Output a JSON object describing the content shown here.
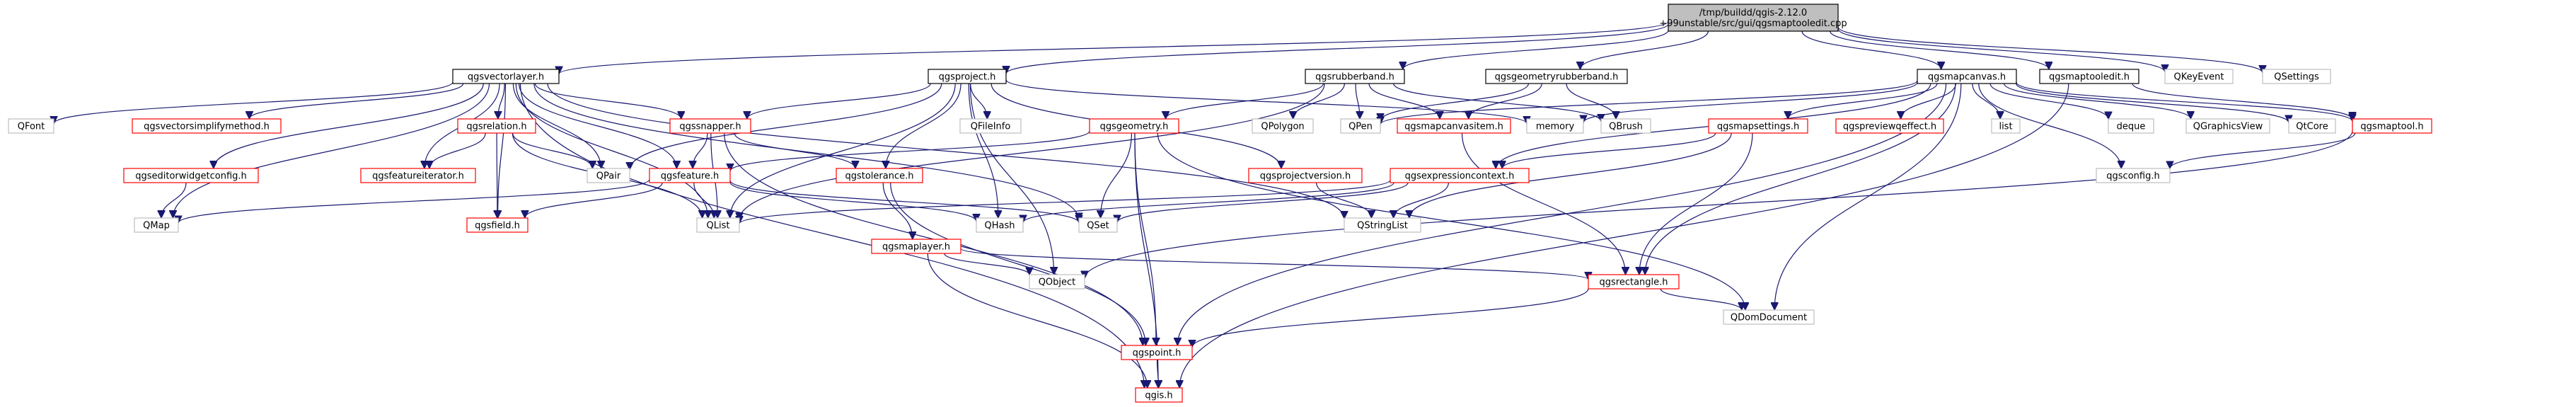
{
  "colors": {
    "edge": "#191970",
    "root_fill": "#bfbfbf",
    "root_border": "#000000",
    "documented_border": "#000000",
    "undocumented_border": "#ff0000",
    "external_border": "#bfbfbf",
    "node_fill": "#ffffff"
  },
  "nodes": [
    {
      "id": "root",
      "label": "/tmp/buildd/qgis-2.12.0\n+99unstable/src/gui/qgsmaptooledit.cpp",
      "kind": "root"
    },
    {
      "id": "qgsvectorlayer",
      "label": "qgsvectorlayer.h",
      "kind": "documented"
    },
    {
      "id": "qgsproject",
      "label": "qgsproject.h",
      "kind": "documented"
    },
    {
      "id": "qgsrubberband",
      "label": "qgsrubberband.h",
      "kind": "documented"
    },
    {
      "id": "qgsgeometryrubberband",
      "label": "qgsgeometryrubberband.h",
      "kind": "documented"
    },
    {
      "id": "qgsmapcanvas",
      "label": "qgsmapcanvas.h",
      "kind": "documented"
    },
    {
      "id": "qgsmaptooledit",
      "label": "qgsmaptooledit.h",
      "kind": "documented"
    },
    {
      "id": "QKeyEvent",
      "label": "QKeyEvent",
      "kind": "external"
    },
    {
      "id": "QSettings",
      "label": "QSettings",
      "kind": "external"
    },
    {
      "id": "QFont",
      "label": "QFont",
      "kind": "external"
    },
    {
      "id": "qgsvectorsimplifymethod",
      "label": "qgsvectorsimplifymethod.h",
      "kind": "undocumented"
    },
    {
      "id": "qgsrelation",
      "label": "qgsrelation.h",
      "kind": "undocumented"
    },
    {
      "id": "qgssnapper",
      "label": "qgssnapper.h",
      "kind": "undocumented"
    },
    {
      "id": "QFileInfo",
      "label": "QFileInfo",
      "kind": "external"
    },
    {
      "id": "QPolygon",
      "label": "QPolygon",
      "kind": "external"
    },
    {
      "id": "QPen",
      "label": "QPen",
      "kind": "external"
    },
    {
      "id": "qgsmapcanvasitem",
      "label": "qgsmapcanvasitem.h",
      "kind": "undocumented"
    },
    {
      "id": "memory",
      "label": "memory",
      "kind": "external"
    },
    {
      "id": "QBrush",
      "label": "QBrush",
      "kind": "external"
    },
    {
      "id": "qgsmapsettings",
      "label": "qgsmapsettings.h",
      "kind": "undocumented"
    },
    {
      "id": "qgspreviewqeffect",
      "label": "qgspreviewqeffect.h",
      "kind": "undocumented"
    },
    {
      "id": "list",
      "label": "list",
      "kind": "external"
    },
    {
      "id": "deque",
      "label": "deque",
      "kind": "external"
    },
    {
      "id": "QGraphicsView",
      "label": "QGraphicsView",
      "kind": "external"
    },
    {
      "id": "QtCore",
      "label": "QtCore",
      "kind": "external"
    },
    {
      "id": "qgsmaptool",
      "label": "qgsmaptool.h",
      "kind": "undocumented"
    },
    {
      "id": "qgseditorwidgetconfig",
      "label": "qgseditorwidgetconfig.h",
      "kind": "undocumented"
    },
    {
      "id": "qgsfeatureiterator",
      "label": "qgsfeatureiterator.h",
      "kind": "undocumented"
    },
    {
      "id": "QPair",
      "label": "QPair",
      "kind": "external"
    },
    {
      "id": "qgsfeature",
      "label": "qgsfeature.h",
      "kind": "undocumented"
    },
    {
      "id": "qgsgeometry",
      "label": "qgsgeometry.h",
      "kind": "undocumented"
    },
    {
      "id": "qgstolerance",
      "label": "qgstolerance.h",
      "kind": "undocumented"
    },
    {
      "id": "qgsprojectversion",
      "label": "qgsprojectversion.h",
      "kind": "undocumented"
    },
    {
      "id": "qgsexpressioncontext",
      "label": "qgsexpressioncontext.h",
      "kind": "undocumented"
    },
    {
      "id": "QMap",
      "label": "QMap",
      "kind": "external"
    },
    {
      "id": "qgsfield",
      "label": "qgsfield.h",
      "kind": "undocumented"
    },
    {
      "id": "QList",
      "label": "QList",
      "kind": "external"
    },
    {
      "id": "QHash",
      "label": "QHash",
      "kind": "external"
    },
    {
      "id": "QSet",
      "label": "QSet",
      "kind": "external"
    },
    {
      "id": "QStringList",
      "label": "QStringList",
      "kind": "external"
    },
    {
      "id": "qgsconfig",
      "label": "qgsconfig.h",
      "kind": "external"
    },
    {
      "id": "qgsmaplayer",
      "label": "qgsmaplayer.h",
      "kind": "undocumented"
    },
    {
      "id": "QObject",
      "label": "QObject",
      "kind": "external"
    },
    {
      "id": "qgsrectangle",
      "label": "qgsrectangle.h",
      "kind": "undocumented"
    },
    {
      "id": "QDomDocument",
      "label": "QDomDocument",
      "kind": "external"
    },
    {
      "id": "qgspoint",
      "label": "qgspoint.h",
      "kind": "undocumented"
    },
    {
      "id": "qgis",
      "label": "qgis.h",
      "kind": "undocumented"
    }
  ],
  "edges": [
    [
      "root",
      "qgsvectorlayer"
    ],
    [
      "root",
      "qgsproject"
    ],
    [
      "root",
      "qgsrubberband"
    ],
    [
      "root",
      "qgsgeometryrubberband"
    ],
    [
      "root",
      "qgsmapcanvas"
    ],
    [
      "root",
      "qgsmaptooledit"
    ],
    [
      "root",
      "QKeyEvent"
    ],
    [
      "root",
      "QSettings"
    ],
    [
      "qgsvectorlayer",
      "QFont"
    ],
    [
      "qgsvectorlayer",
      "qgsvectorsimplifymethod"
    ],
    [
      "qgsvectorlayer",
      "qgsrelation"
    ],
    [
      "qgsvectorlayer",
      "qgssnapper"
    ],
    [
      "qgsvectorlayer",
      "qgseditorwidgetconfig"
    ],
    [
      "qgsvectorlayer",
      "qgsfeatureiterator"
    ],
    [
      "qgsvectorlayer",
      "QPair"
    ],
    [
      "qgsvectorlayer",
      "qgsfeature"
    ],
    [
      "qgsvectorlayer",
      "QMap"
    ],
    [
      "qgsvectorlayer",
      "qgsfield"
    ],
    [
      "qgsvectorlayer",
      "QList"
    ],
    [
      "qgsvectorlayer",
      "QSet"
    ],
    [
      "qgsvectorlayer",
      "QStringList"
    ],
    [
      "qgsvectorlayer",
      "qgis"
    ],
    [
      "qgsproject",
      "qgssnapper"
    ],
    [
      "qgsproject",
      "QFileInfo"
    ],
    [
      "qgsproject",
      "qgsprojectversion"
    ],
    [
      "qgsproject",
      "qgstolerance"
    ],
    [
      "qgsproject",
      "QPair"
    ],
    [
      "qgsproject",
      "memory"
    ],
    [
      "qgsproject",
      "QHash"
    ],
    [
      "qgsproject",
      "QList"
    ],
    [
      "qgsproject",
      "QObject"
    ],
    [
      "qgsrubberband",
      "QPolygon"
    ],
    [
      "qgsrubberband",
      "QPen"
    ],
    [
      "qgsrubberband",
      "qgsmapcanvasitem"
    ],
    [
      "qgsrubberband",
      "QBrush"
    ],
    [
      "qgsrubberband",
      "qgsgeometry"
    ],
    [
      "qgsrubberband",
      "QList"
    ],
    [
      "qgsgeometryrubberband",
      "qgsmapcanvasitem"
    ],
    [
      "qgsgeometryrubberband",
      "QBrush"
    ],
    [
      "qgsgeometryrubberband",
      "QPen"
    ],
    [
      "qgsmapcanvas",
      "qgsmapsettings"
    ],
    [
      "qgsmapcanvas",
      "qgspreviewqeffect"
    ],
    [
      "qgsmapcanvas",
      "list"
    ],
    [
      "qgsmapcanvas",
      "deque"
    ],
    [
      "qgsmapcanvas",
      "QGraphicsView"
    ],
    [
      "qgsmapcanvas",
      "QtCore"
    ],
    [
      "qgsmapcanvas",
      "qgsmaptool"
    ],
    [
      "qgsmapcanvas",
      "qgsconfig"
    ],
    [
      "qgsmapcanvas",
      "qgsexpressioncontext"
    ],
    [
      "qgsmapcanvas",
      "qgsrectangle"
    ],
    [
      "qgsmapcanvas",
      "QDomDocument"
    ],
    [
      "qgsmapcanvas",
      "qgspoint"
    ],
    [
      "qgsmapcanvas",
      "memory"
    ],
    [
      "qgsmapcanvas",
      "QPen"
    ],
    [
      "qgsmaptooledit",
      "qgsmaptool"
    ],
    [
      "qgsmaptooledit",
      "qgis"
    ],
    [
      "qgsrelation",
      "qgsfeatureiterator"
    ],
    [
      "qgsrelation",
      "qgsfield"
    ],
    [
      "qgsrelation",
      "QList"
    ],
    [
      "qgsrelation",
      "QPair"
    ],
    [
      "qgssnapper",
      "qgsfeature"
    ],
    [
      "qgssnapper",
      "qgspoint"
    ],
    [
      "qgssnapper",
      "qgstolerance"
    ],
    [
      "qgssnapper",
      "QList"
    ],
    [
      "qgseditorwidgetconfig",
      "QMap"
    ],
    [
      "qgsfeature",
      "qgsfield"
    ],
    [
      "qgsfeature",
      "QList"
    ],
    [
      "qgsfeature",
      "QMap"
    ],
    [
      "qgsfeature",
      "QHash"
    ],
    [
      "qgsfeature",
      "QSet"
    ],
    [
      "qgsgeometry",
      "qgsfeature"
    ],
    [
      "qgsgeometry",
      "qgspoint"
    ],
    [
      "qgsgeometry",
      "QSet"
    ],
    [
      "qgsgeometry",
      "qgis"
    ],
    [
      "qgsgeometry",
      "QDomDocument"
    ],
    [
      "qgstolerance",
      "qgsmaplayer"
    ],
    [
      "qgstolerance",
      "qgspoint"
    ],
    [
      "qgsprojectversion",
      "QStringList"
    ],
    [
      "qgsexpressioncontext",
      "QStringList"
    ],
    [
      "qgsexpressioncontext",
      "QSet"
    ],
    [
      "qgsexpressioncontext",
      "QHash"
    ],
    [
      "qgsexpressioncontext",
      "QList"
    ],
    [
      "qgsmapsettings",
      "qgsexpressioncontext"
    ],
    [
      "qgsmapsettings",
      "QStringList"
    ],
    [
      "qgsmapsettings",
      "qgsrectangle"
    ],
    [
      "qgsmapcanvasitem",
      "qgsrectangle"
    ],
    [
      "qgsmaptool",
      "qgsconfig"
    ],
    [
      "qgsmaptool",
      "QObject"
    ],
    [
      "qgsmaplayer",
      "QObject"
    ],
    [
      "qgsmaplayer",
      "qgsrectangle"
    ],
    [
      "qgsmaplayer",
      "qgis"
    ],
    [
      "qgsrectangle",
      "qgspoint"
    ],
    [
      "qgsrectangle",
      "QDomDocument"
    ],
    [
      "qgspoint",
      "qgis"
    ]
  ]
}
